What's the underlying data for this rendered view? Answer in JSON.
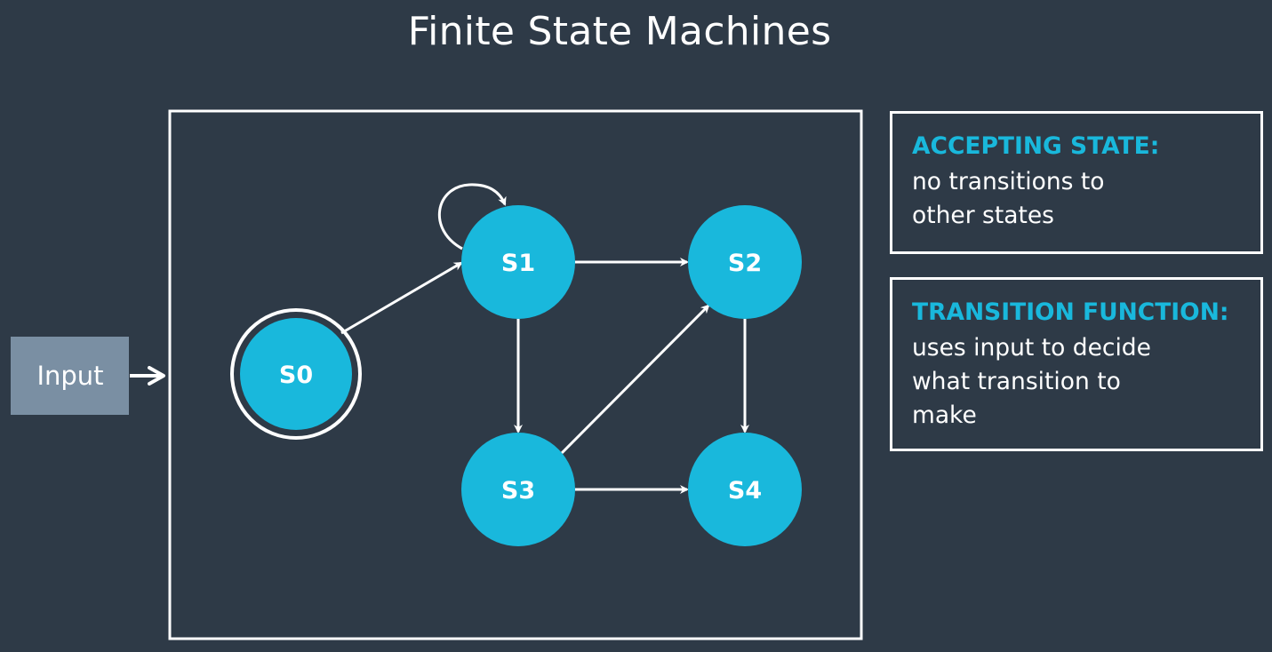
{
  "title": "Finite State Machines",
  "input_label": "Input",
  "states": [
    {
      "id": "S0",
      "label": "S0",
      "accepting": true
    },
    {
      "id": "S1",
      "label": "S1",
      "accepting": false
    },
    {
      "id": "S2",
      "label": "S2",
      "accepting": false
    },
    {
      "id": "S3",
      "label": "S3",
      "accepting": false
    },
    {
      "id": "S4",
      "label": "S4",
      "accepting": false
    }
  ],
  "transitions": [
    {
      "from": "Input",
      "to": "S0"
    },
    {
      "from": "S0",
      "to": "S1"
    },
    {
      "from": "S1",
      "to": "S1"
    },
    {
      "from": "S1",
      "to": "S2"
    },
    {
      "from": "S1",
      "to": "S3"
    },
    {
      "from": "S3",
      "to": "S2"
    },
    {
      "from": "S2",
      "to": "S4"
    },
    {
      "from": "S3",
      "to": "S4"
    }
  ],
  "info_boxes": {
    "accepting": {
      "heading": "ACCEPTING STATE:",
      "lines": [
        "no transitions to",
        "other states"
      ]
    },
    "transition": {
      "heading": "TRANSITION FUNCTION:",
      "lines": [
        "uses input to decide",
        "what transition to",
        "make"
      ]
    }
  },
  "colors": {
    "background": "#2e3a47",
    "state_fill": "#19b8dc",
    "accent_text": "#19b8dc",
    "input_box": "#7a8fa3",
    "stroke": "#ffffff"
  }
}
